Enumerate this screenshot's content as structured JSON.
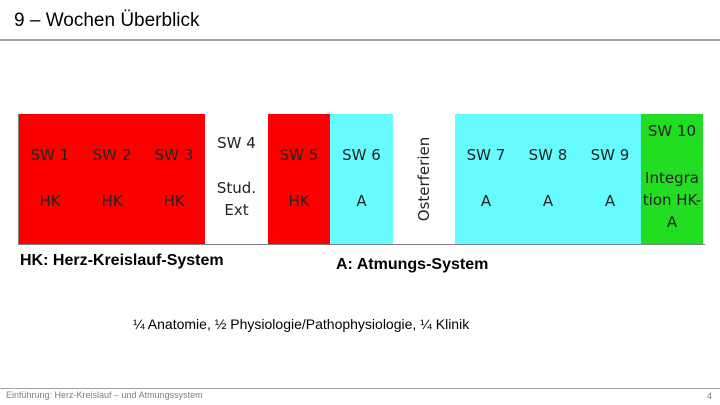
{
  "slide": {
    "title": "9 – Wochen Überblick",
    "footer": "Einführung:  Herz-Kreislauf – und Atmungssystem",
    "page_number": "4"
  },
  "colors": {
    "heart_circulation": "#fb0000",
    "respiration": "#66fcff",
    "study_week": "#ffffff",
    "integration": "#22dd22",
    "rule": "#a6a6a6"
  },
  "weeks": {
    "sw1": {
      "label": "SW 1",
      "topic": "HK"
    },
    "sw2": {
      "label": "SW 2",
      "topic": "HK"
    },
    "sw3": {
      "label": "SW 3",
      "topic": "HK"
    },
    "sw4": {
      "label": "SW 4",
      "topic": "Stud. Ext"
    },
    "sw5": {
      "label": "SW 5",
      "topic": "HK"
    },
    "sw6": {
      "label": "SW 6",
      "topic": "A"
    },
    "break": {
      "label": "Osterferien"
    },
    "sw7": {
      "label": "SW 7",
      "topic": "A"
    },
    "sw8": {
      "label": "SW 8",
      "topic": "A"
    },
    "sw9": {
      "label": "SW 9",
      "topic": "A"
    },
    "sw10": {
      "label": "SW 10",
      "topic": "Integra tion HK-A"
    }
  },
  "legend": {
    "hk": "HK:  Herz-Kreislauf-System",
    "a": "A:  Atmungs-System"
  },
  "distribution": "¼ Anatomie,  ½  Physiologie/Pathophysiologie, ¼ Klinik"
}
